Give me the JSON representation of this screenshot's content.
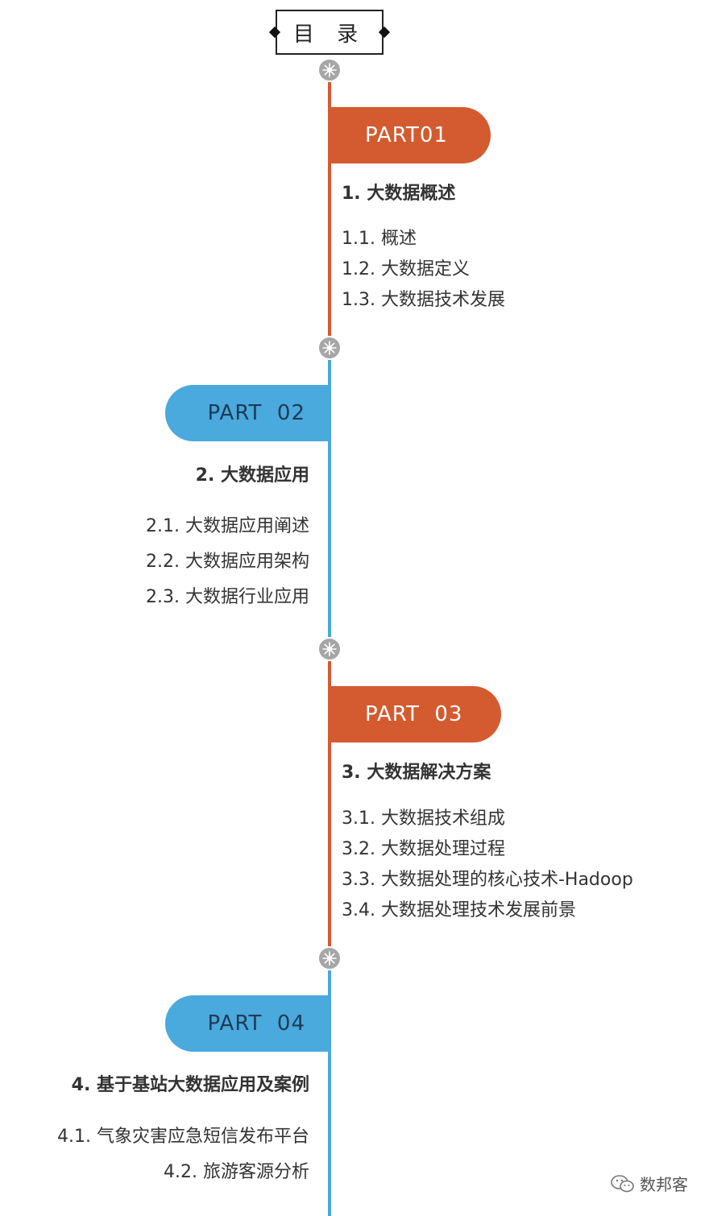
{
  "header": {
    "title": "目 录"
  },
  "parts": [
    {
      "label": "PART01",
      "title": "1. 大数据概述",
      "items": [
        "1.1. 概述",
        "1.2. 大数据定义",
        "1.3. 大数据技术发展"
      ]
    },
    {
      "label": "PART  02",
      "title": "2. 大数据应用",
      "items": [
        "2.1. 大数据应用阐述",
        "2.2. 大数据应用架构",
        "2.3. 大数据行业应用"
      ]
    },
    {
      "label": "PART  03",
      "title": "3. 大数据解决方案",
      "items": [
        "3.1. 大数据技术组成",
        "3.2. 大数据处理过程",
        "3.3. 大数据处理的核心技术-Hadoop",
        "3.4. 大数据处理技术发展前景"
      ]
    },
    {
      "label": "PART  04",
      "title": "4. 基于基站大数据应用及案例",
      "items": [
        "4.1. 气象灾害应急短信发布平台",
        "4.2. 旅游客源分析"
      ]
    }
  ],
  "watermark": {
    "text": "数邦客"
  },
  "colors": {
    "orange": "#d45b2f",
    "blue": "#4aa9dd",
    "node": "#a6a6a6"
  }
}
